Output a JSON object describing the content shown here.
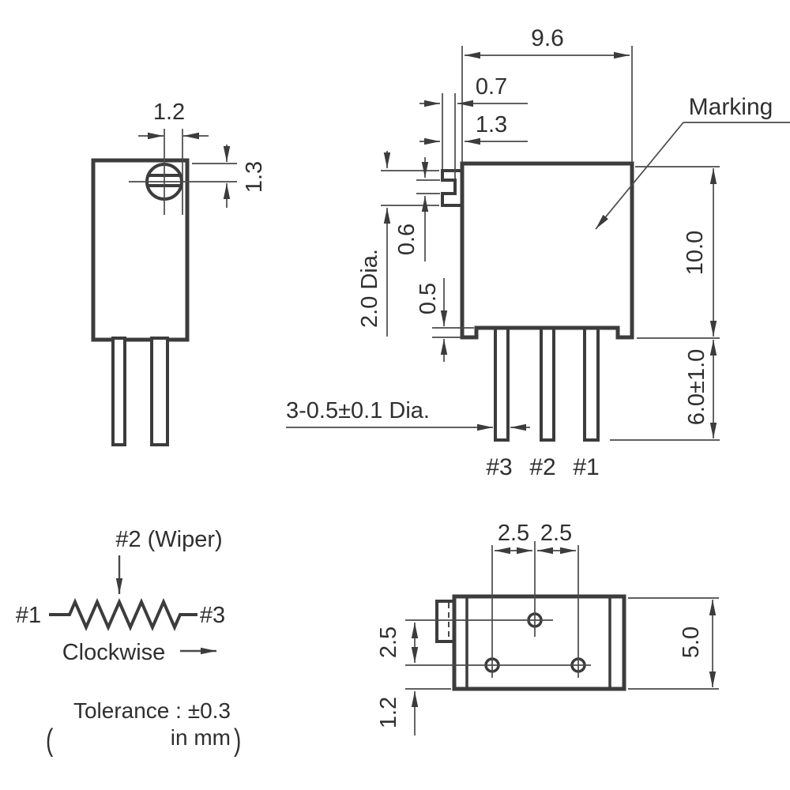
{
  "side_view": {
    "dim_slot_width": "1.2",
    "dim_screw_offset": "1.3"
  },
  "front_view": {
    "dim_top_width": "9.6",
    "dim_lip": "0.7",
    "dim_tab_width": "1.3",
    "marking_label": "Marking",
    "dim_screw_dia": "2.0 Dia.",
    "dim_slot_height": "0.6",
    "dim_standoff": "0.5",
    "dim_body_height": "10.0",
    "dim_lead_length": "6.0±1.0",
    "lead_dia_note": "3-0.5±0.1 Dia.",
    "pins": [
      "#3",
      "#2",
      "#1"
    ]
  },
  "schematic": {
    "wiper_label": "#2 (Wiper)",
    "left_pin": "#1",
    "right_pin": "#3",
    "rotation_label": "Clockwise"
  },
  "bottom_view": {
    "dim_pitch_left": "2.5",
    "dim_pitch_right": "2.5",
    "dim_row_pitch": "2.5",
    "dim_edge_offset": "1.2",
    "dim_depth": "5.0"
  },
  "note": {
    "open_paren": "(",
    "line1": "Tolerance : ±0.3",
    "line2": "in mm",
    "close_paren": ")"
  },
  "colors": {
    "outline": "#3c3c3c",
    "dim": "#4a4a4a",
    "text": "#2f2f2f",
    "bg": "#ffffff"
  }
}
